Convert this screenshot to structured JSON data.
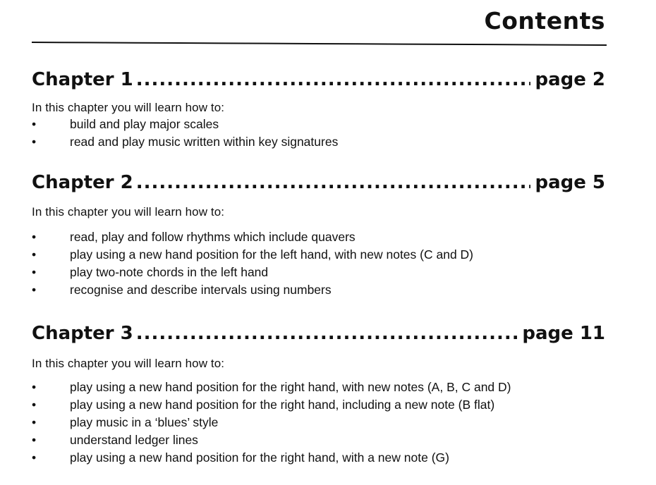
{
  "page": {
    "title": "Contents"
  },
  "chapters": [
    {
      "title": "Chapter 1",
      "page": "page 2",
      "intro": "In this chapter you will learn how to:",
      "items": [
        "build and play major scales",
        "read and play music written within key signatures"
      ]
    },
    {
      "title": "Chapter 2",
      "page": "page 5",
      "intro": "In this chapter you will learn how to:",
      "items": [
        "read, play and follow rhythms which include quavers",
        "play using a new hand position for the left hand, with new notes (C and D)",
        "play two-note chords in the left hand",
        "recognise and describe intervals using numbers"
      ]
    },
    {
      "title": "Chapter 3",
      "page": "page 11",
      "intro": "In this chapter you will learn how to:",
      "items": [
        "play using a new hand position for the right hand, with new notes (A, B, C and D)",
        "play using a new hand position for the right hand, including a new note (B flat)",
        "play music in a ‘blues’ style",
        "understand ledger lines",
        "play using a new hand position for the right hand, with a new note (G)"
      ]
    }
  ]
}
